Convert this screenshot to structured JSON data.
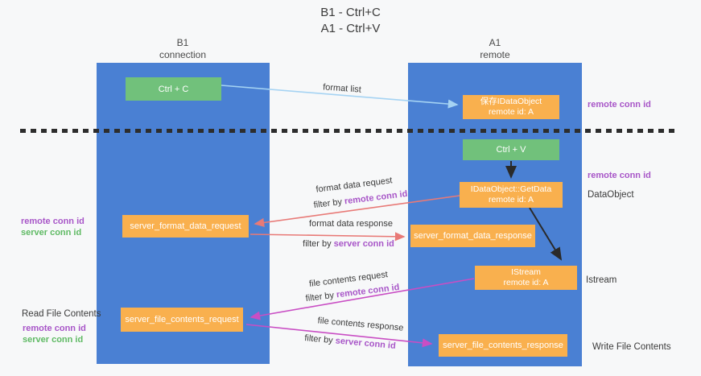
{
  "title": {
    "line1": "B1 - Ctrl+C",
    "line2": "A1 - Ctrl+V"
  },
  "lanes": {
    "left": {
      "title": "B1",
      "subtitle": "connection"
    },
    "right": {
      "title": "A1",
      "subtitle": "remote"
    }
  },
  "nodes": {
    "ctrl_c": {
      "label": "Ctrl + C"
    },
    "save_dataobject": {
      "line1": "保存IDataObject",
      "line2": "remote id: A"
    },
    "ctrl_v": {
      "label": "Ctrl + V"
    },
    "getdata": {
      "line1": "IDataObject::GetData",
      "line2": "remote id: A"
    },
    "format_request": {
      "label": "server_format_data_request"
    },
    "format_response": {
      "label": "server_format_data_response"
    },
    "istream": {
      "line1": "IStream",
      "line2": "remote id: A"
    },
    "file_request": {
      "label": "server_file_contents_request"
    },
    "file_response": {
      "label": "server_file_contents_response"
    }
  },
  "annotations": {
    "remote_conn_id_top": "remote conn id",
    "remote_conn_id_mid": "remote conn id",
    "dataobject": "DataObject",
    "istream": "Istream",
    "write_file": "Write File Contents",
    "read_file": "Read File Contents",
    "left_remote_1": "remote conn id",
    "left_server_1": "server conn id",
    "left_remote_2": "remote conn id",
    "left_server_2": "server conn id"
  },
  "arrows": {
    "format_list": "format list",
    "format_data_request": "format data request",
    "format_data_response": "format data response",
    "file_contents_request": "file contents request",
    "file_contents_response": "file contents response",
    "filter_by": "filter by",
    "remote_conn_id": "remote conn id",
    "server_conn_id": "server conn id"
  },
  "colors": {
    "lane_blue": "#4a80d3",
    "node_green": "#71c17b",
    "node_orange": "#f9b04e",
    "arrow_light_blue": "#a5d3f3",
    "arrow_black": "#2a2a2a",
    "arrow_salmon": "#e87a77",
    "arrow_magenta": "#c94ec4",
    "text_purple": "#a856c8",
    "text_green": "#5fba64"
  }
}
